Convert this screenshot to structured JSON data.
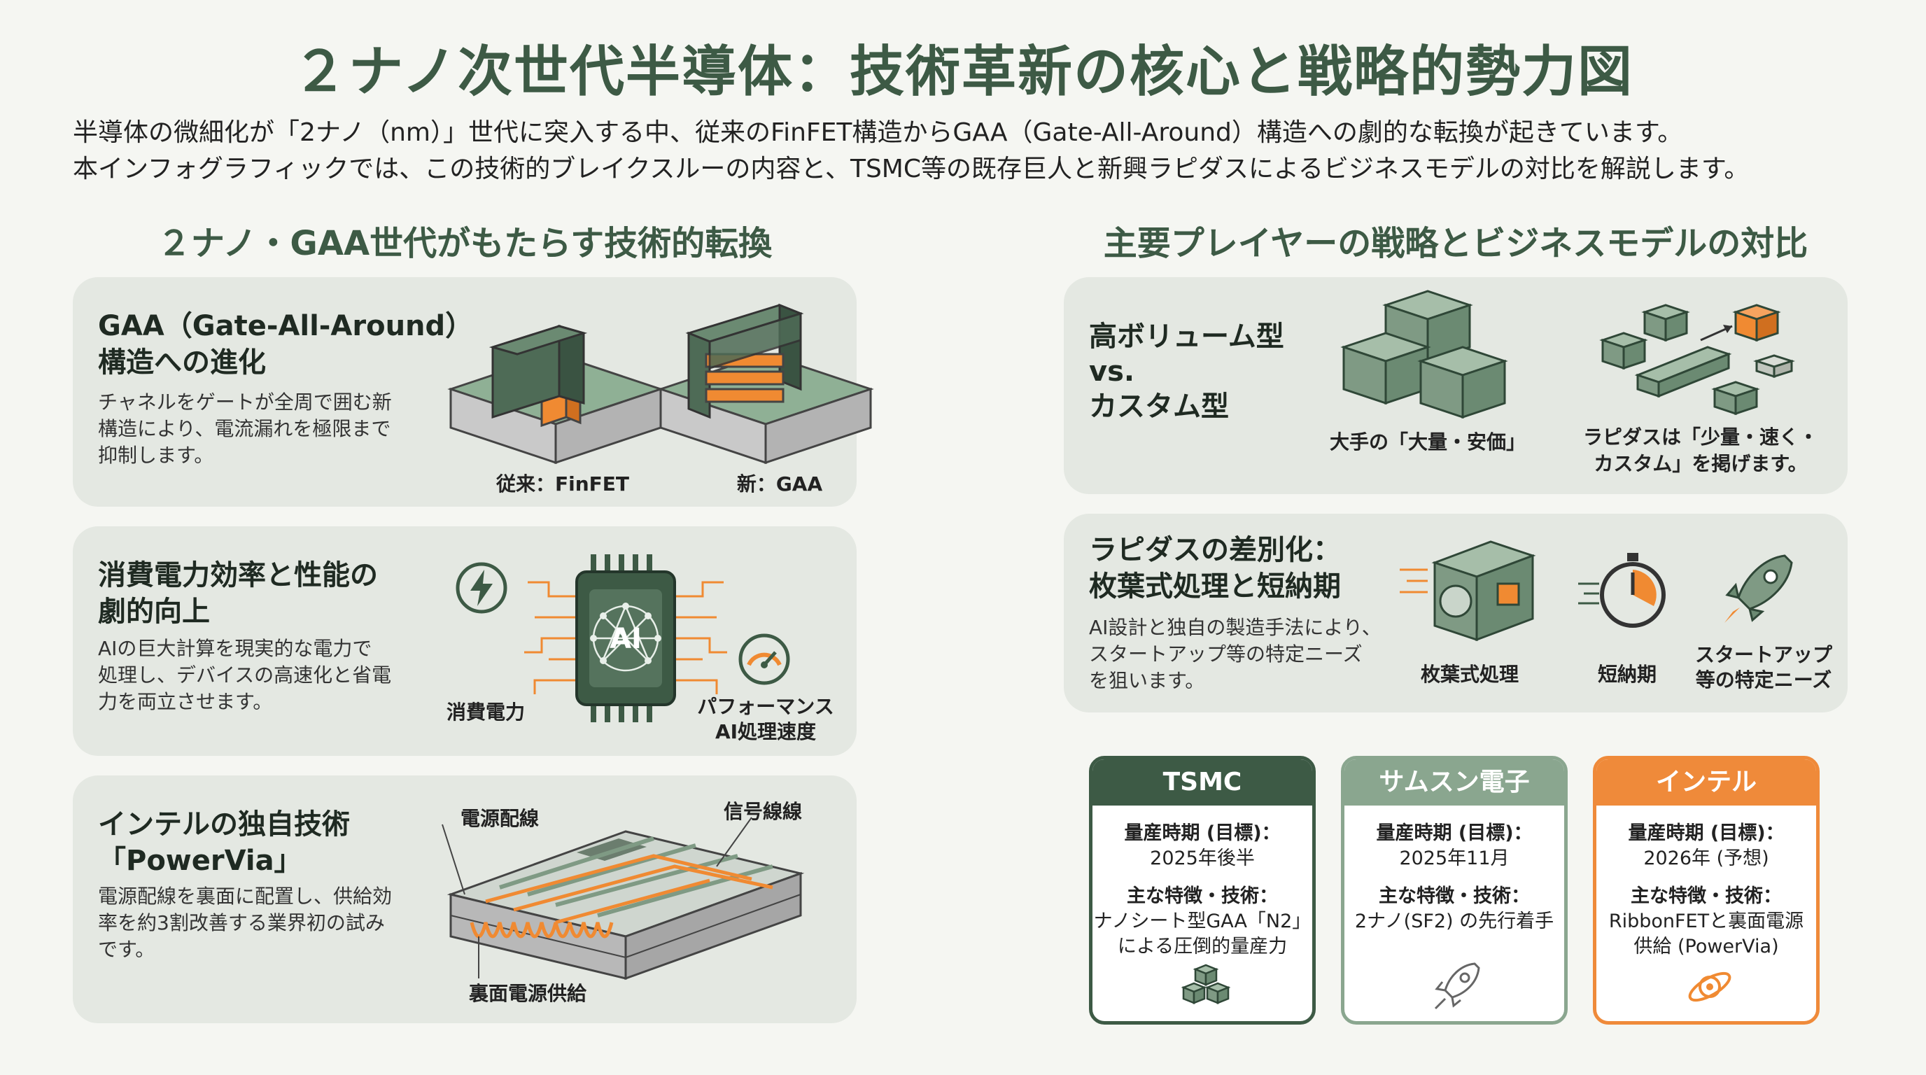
{
  "title": "２ナノ次世代半導体：技術革新の核心と戦略的勢力図",
  "intro": {
    "line1": "半導体の微細化が「2ナノ（nm）」世代に突入する中、従来のFinFET構造からGAA（Gate-All-Around）構造への劇的な転換が起きています。",
    "line2": "本インフォグラフィックでは、この技術的ブレイクスルーの内容と、TSMC等の既存巨人と新興ラピダスによるビジネスモデルの対比を解説します。"
  },
  "left": {
    "heading": "２ナノ・GAA世代がもたらす技術的転換",
    "gaa": {
      "title1": "GAA（Gate-All-Around）",
      "title2": "構造への進化",
      "body1": "チャネルをゲートが全周で囲む新",
      "body2": "構造により、電流漏れを極限まで",
      "body3": "抑制します。",
      "label_old": "従来：FinFET",
      "label_new": "新：GAA"
    },
    "power": {
      "title1": "消費電力効率と性能の",
      "title2": "劇的向上",
      "body1": "AIの巨大計算を現実的な電力で",
      "body2": "処理し、デバイスの高速化と省電",
      "body3": "力を両立させます。",
      "chip_text": "AI",
      "label_power": "消費電力",
      "label_perf1": "パフォーマンス",
      "label_perf2": "AI処理速度"
    },
    "powervia": {
      "title1": "インテルの独自技術",
      "title2": "「PowerVia」",
      "body1": "電源配線を裏面に配置し、供給効",
      "body2": "率を約3割改善する業界初の試み",
      "body3": "です。",
      "label_power_wiring": "電源配線",
      "label_signal": "信号線線",
      "label_backside": "裏面電源供給"
    }
  },
  "right": {
    "heading": "主要プレイヤーの戦略とビジネスモデルの対比",
    "model": {
      "title1": "高ボリューム型",
      "title2": "vs.",
      "title3": "カスタム型",
      "label_big": "大手の「大量・安価」",
      "label_rapidus1": "ラピダスは「少量・速く・",
      "label_rapidus2": "カスタム」を掲げます。"
    },
    "diff": {
      "title1": "ラピダスの差別化：",
      "title2": "枚葉式処理と短納期",
      "body1": "AI設計と独自の製造手法により、",
      "body2": "スタートアップ等の特定ニーズ",
      "body3": "を狙います。",
      "label_single": "枚葉式処理",
      "label_short": "短納期",
      "label_startup1": "スタートアップ",
      "label_startup2": "等の特定ニーズ"
    },
    "players": [
      {
        "name": "TSMC",
        "color": "#3d5a45",
        "period_label": "量産時期 (目標)：",
        "period": "2025年後半",
        "feature_label": "主な特徴・技術：",
        "feature1": "ナノシート型GAA「N2」",
        "feature2": "による圧倒的量産力",
        "icon": "cubes-icon"
      },
      {
        "name": "サムスン電子",
        "color": "#8aa68f",
        "period_label": "量産時期 (目標)：",
        "period": "2025年11月",
        "feature_label": "主な特徴・技術：",
        "feature1": "2ナノ(SF2) の先行着手",
        "feature2": "",
        "icon": "rocket-icon"
      },
      {
        "name": "インテル",
        "color": "#ef8a3a",
        "period_label": "量産時期 (目標)：",
        "period": "2026年 (予想)",
        "feature_label": "主な特徴・技術：",
        "feature1": "RibbonFETと裏面電源",
        "feature2": "供給 (PowerVia)",
        "icon": "atom-ring-icon"
      }
    ]
  }
}
